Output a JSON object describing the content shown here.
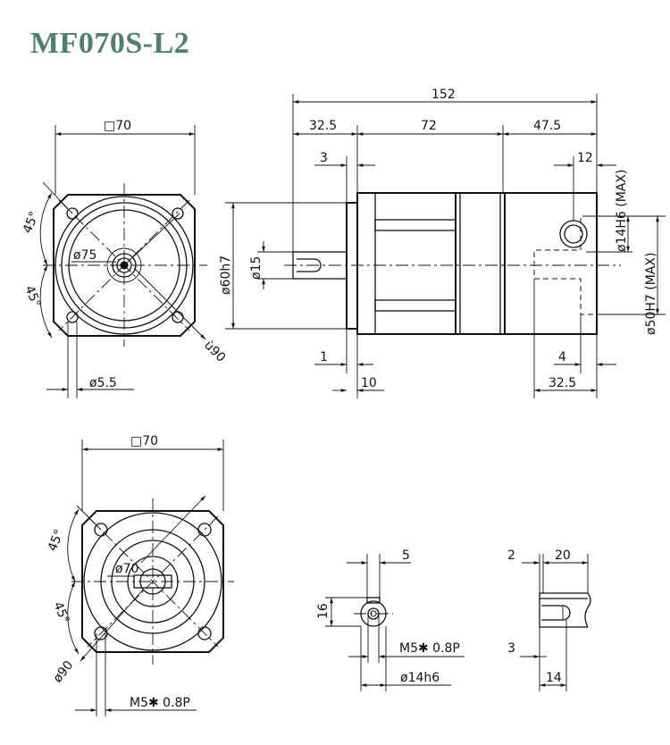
{
  "title": "MF070S-L2",
  "top_front_view": {
    "square": "□70",
    "angle_upper": "45°",
    "angle_lower": "45°",
    "bolt_circle": "ø75",
    "outer_circle": "ù90",
    "hole": "ø5.5"
  },
  "side_view": {
    "overall_length": "152",
    "seg_a": "32.5",
    "seg_b": "72",
    "seg_c": "47.5",
    "flange_offset": "3",
    "key_offset": "12",
    "input_bore": "ø14H6 (MAX)",
    "pilot": "ø60h7",
    "shaft": "ø15",
    "input_pilot": "ø50H7 (MAX)",
    "shoulder": "1",
    "shaft_len": "10",
    "input_depth": "4",
    "input_len": "32.5"
  },
  "bottom_front_view": {
    "square": "□70",
    "angle_upper": "45°",
    "angle_lower": "45°",
    "bore": "ø70",
    "outer_circle": "ø90",
    "thread": "M5✱ 0.8P"
  },
  "shaft_end_view": {
    "key_width": "5",
    "height": "16",
    "thread": "M5✱ 0.8P",
    "diameter": "ø14h6"
  },
  "shaft_side_view": {
    "a": "2",
    "b": "20",
    "c": "3",
    "d": "14"
  }
}
